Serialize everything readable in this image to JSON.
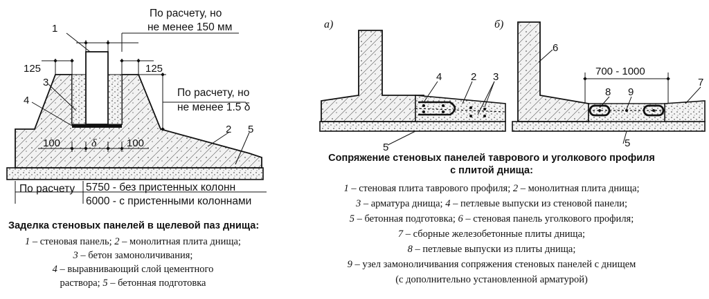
{
  "left_figure": {
    "callouts": {
      "n1": "1",
      "n2": "2",
      "n3": "3",
      "n4": "4",
      "n5": "5",
      "dim_125_left": "125",
      "dim_125_right": "125",
      "dim_100_left": "100",
      "dim_delta": "δ",
      "dim_100_right": "100"
    },
    "note_top_line1": "По расчету, но",
    "note_top_line2": "не менее 150 мм",
    "note_mid_line1": "По расчету, но",
    "note_mid_line2": "не менее 1.5 δ",
    "table": {
      "cell_left": "По расчету",
      "cell_right_top": "5750 - без пристенных колонн",
      "cell_right_bottom": "6000 - с пристенными колоннами"
    },
    "caption": {
      "title": "Заделка стеновых панелей в щелевой паз днища:",
      "lines": [
        [
          {
            "n": "1"
          },
          {
            "t": " – стеновая панель; "
          },
          {
            "n": "2"
          },
          {
            "t": " – монолитная плита днища;"
          }
        ],
        [
          {
            "n": "3"
          },
          {
            "t": " – бетон замоноличивания;"
          }
        ],
        [
          {
            "n": "4"
          },
          {
            "t": " – выравнивающий слой цементного"
          }
        ],
        [
          {
            "t": "раствора; "
          },
          {
            "n": "5"
          },
          {
            "t": " – бетонная подготовка"
          }
        ]
      ]
    }
  },
  "right_figure": {
    "panel_a_label": "а)",
    "panel_b_label": "б)",
    "callouts_a": {
      "n4": "4",
      "n2": "2",
      "n3": "3",
      "n5": "5"
    },
    "callouts_b": {
      "n6": "6",
      "n8": "8",
      "n9": "9",
      "n7": "7",
      "n5": "5",
      "dim": "700 - 1000"
    },
    "caption": {
      "title_line1": "Сопряжение стеновых панелей таврового и уголкового профиля",
      "title_line2": "с плитой днища:",
      "lines": [
        [
          {
            "n": "1"
          },
          {
            "t": " – стеновая плита таврового профиля; "
          },
          {
            "n": "2"
          },
          {
            "t": " – монолитная плита днища;"
          }
        ],
        [
          {
            "n": "3"
          },
          {
            "t": " – арматура днища; "
          },
          {
            "n": "4"
          },
          {
            "t": " – петлевые выпуски из стеновой панели;"
          }
        ],
        [
          {
            "n": "5"
          },
          {
            "t": " – бетонная подготовка; "
          },
          {
            "n": "6"
          },
          {
            "t": " – стеновая панель уголкового профиля;"
          }
        ],
        [
          {
            "n": "7"
          },
          {
            "t": " – сборные железобетонные плиты днища;"
          }
        ],
        [
          {
            "n": "8"
          },
          {
            "t": " – петлевые выпуски из плиты днища;"
          }
        ],
        [
          {
            "n": "9"
          },
          {
            "t": " – узел замоноличивания  сопряжения стеновых панелей с днищем"
          }
        ],
        [
          {
            "t": "(с дополнительно установленной арматурой)"
          }
        ]
      ]
    }
  }
}
